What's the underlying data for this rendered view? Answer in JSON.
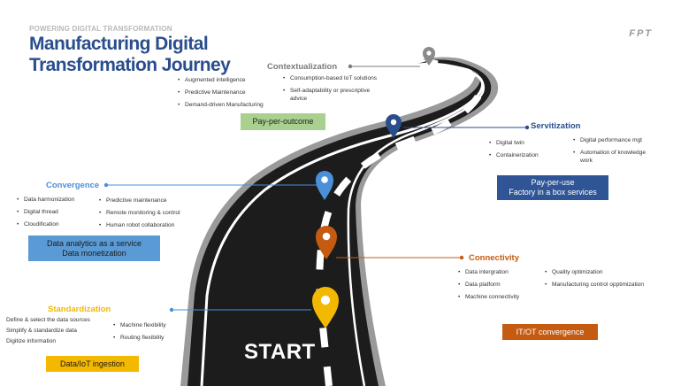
{
  "header": {
    "kicker": "POWERING DIGITAL TRANSFORMATION",
    "title_line1": "Manufacturing Digital",
    "title_line2": "Transformation Journey",
    "logo": "FPT"
  },
  "colors": {
    "title": "#2a4e8c",
    "gray": "#7a7a7a",
    "blue": "#2a4e8c",
    "light_blue": "#4a90d9",
    "orange": "#c55a11",
    "yellow": "#f3b800",
    "green_box": "#a9d08e",
    "road": "#1c1c1c"
  },
  "stages": {
    "contextualization": {
      "label": "Contextualization",
      "col1": [
        "Augmented intelligence",
        "Predictive Maintenance",
        "Demand-driven Manufacturing"
      ],
      "col2": [
        "Consumption-based IoT solutions",
        "Self-adaptability or prescriptive",
        "advice"
      ],
      "box": "Pay-per-outcome"
    },
    "servitization": {
      "label": "Servitization",
      "col1": [
        "Digital twin",
        "Containerization"
      ],
      "col2": [
        "Digital performance mgt",
        "Automation of knowledge",
        "work"
      ],
      "box_line1": "Pay-per-use",
      "box_line2": "Factory in a box services"
    },
    "convergence": {
      "label": "Convergence",
      "col1": [
        "Data harmonization",
        "Digital thread",
        "Cloudification"
      ],
      "col2": [
        "Predictive maintenance",
        "Remote monitoring & control",
        "Human robot collaboration"
      ],
      "box_line1": "Data analytics as a service",
      "box_line2": "Data monetization"
    },
    "connectivity": {
      "label": "Connectivity",
      "col1": [
        "Data intergration",
        "Data platform",
        "Machine connectivity"
      ],
      "col2": [
        "Quality optimization",
        "Manufacturing control opptimization"
      ],
      "box": "IT/OT convergence"
    },
    "standardization": {
      "label": "Standardization",
      "col1": [
        "Define & select the data sources",
        "Simplify & standardize data",
        "Digitize information"
      ],
      "col2": [
        "Machine flexibility",
        "Routing flexibility"
      ],
      "box": "Data/IoT ingestion"
    }
  },
  "road": {
    "start_label": "START"
  }
}
